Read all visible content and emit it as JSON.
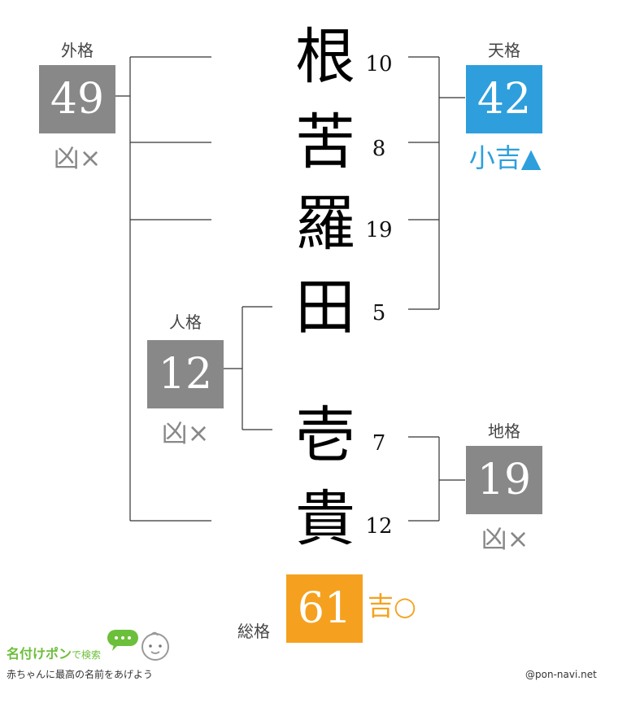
{
  "name": {
    "chars": [
      {
        "kanji": "根",
        "strokes": "10"
      },
      {
        "kanji": "苦",
        "strokes": "8"
      },
      {
        "kanji": "羅",
        "strokes": "19"
      },
      {
        "kanji": "田",
        "strokes": "5"
      },
      {
        "kanji": "壱",
        "strokes": "7"
      },
      {
        "kanji": "貴",
        "strokes": "12"
      }
    ]
  },
  "kaku": {
    "gaikaku": {
      "label": "外格",
      "value": "49",
      "verdict": "凶×",
      "color": "#888888"
    },
    "tenkaku": {
      "label": "天格",
      "value": "42",
      "verdict": "小吉▲",
      "color": "#2e9fdc"
    },
    "jinkaku": {
      "label": "人格",
      "value": "12",
      "verdict": "凶×",
      "color": "#888888"
    },
    "chikaku": {
      "label": "地格",
      "value": "19",
      "verdict": "凶×",
      "color": "#888888"
    },
    "soukaku": {
      "label": "総格",
      "value": "61",
      "verdict": "吉○",
      "color": "#f5a11f"
    }
  },
  "footer": {
    "logo_title": "名付けポン",
    "logo_search": "で検索",
    "logo_tagline": "赤ちゃんに最高の名前をあげよう",
    "credit": "@pon-navi.net"
  },
  "colors": {
    "line": "#333333",
    "verdict_gray": "#888888",
    "verdict_blue": "#2e9fdc",
    "verdict_orange": "#f5a11f",
    "logo_green": "#6cbf3a"
  }
}
